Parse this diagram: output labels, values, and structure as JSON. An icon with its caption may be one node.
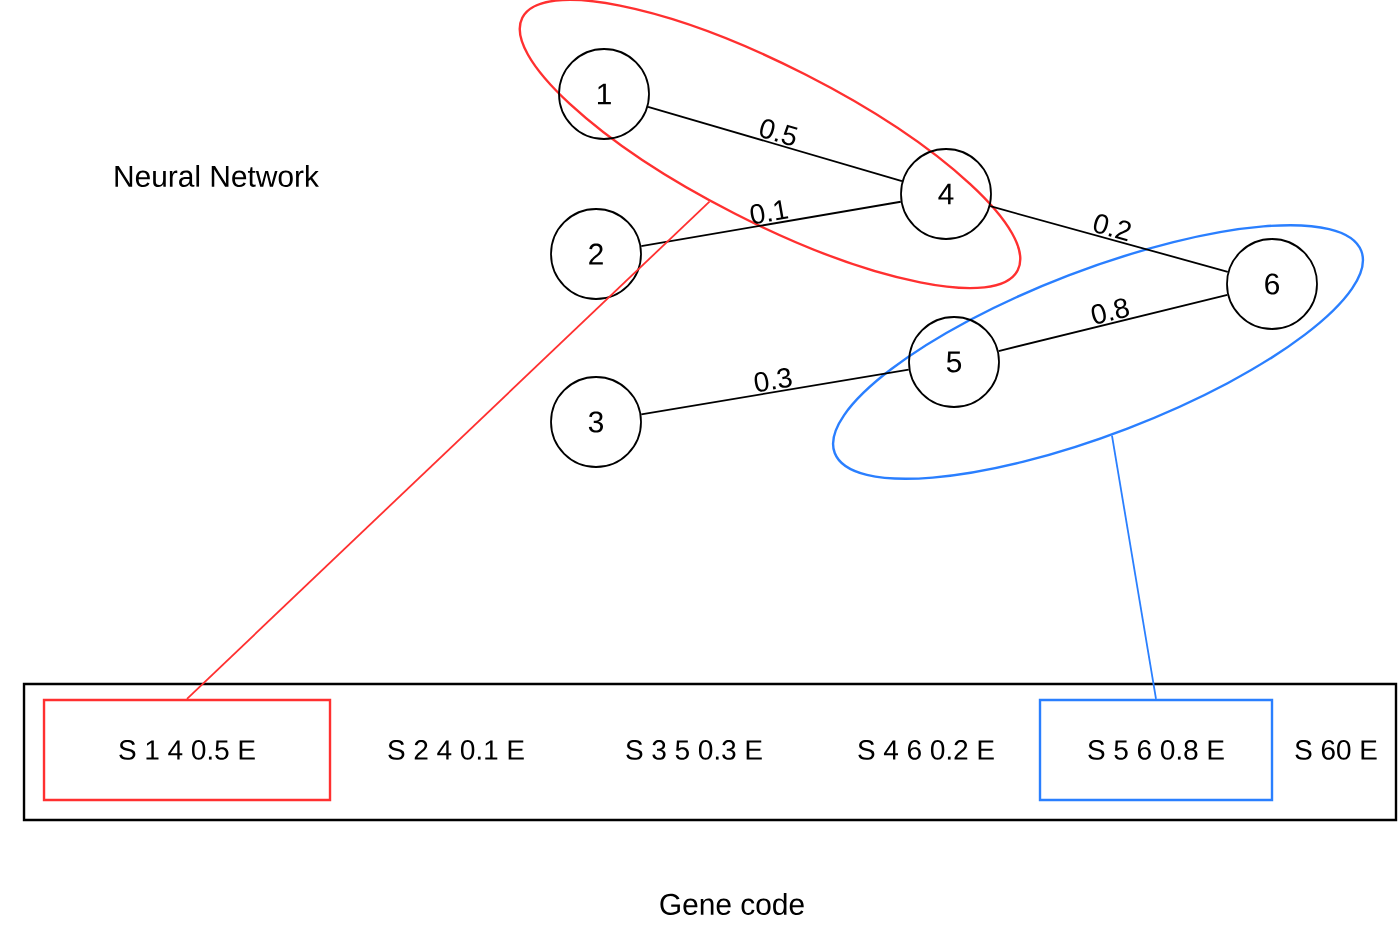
{
  "diagram": {
    "nodes": [
      {
        "text": [],
        "shape": "ellipse"
      },
      {
        "text": [
          "1"
        ],
        "in": 0
      },
      {
        "text": [
          "4"
        ],
        "in": 0
      },
      {
        "text": [
          "2"
        ]
      },
      {
        "text": [
          "3"
        ]
      },
      {
        "text": [],
        "shape": "ellipse"
      },
      {
        "text": [
          "5"
        ],
        "in": 5
      },
      {
        "text": [
          "6"
        ],
        "in": 5
      },
      {
        "text": [
          "S 2 4 0.1 E",
          "S 3 5 0.3 E",
          "S 4 6 0.2 E",
          "S 60 E"
        ]
      },
      {
        "text": [
          "S 1 4 0.5 E"
        ],
        "in": 8
      },
      {
        "text": [
          "S 5 6 0.8 E"
        ],
        "in": 8
      }
    ],
    "edges": [
      {
        "from": 1,
        "to": 2,
        "arrow": "none",
        "label": "0.5"
      },
      {
        "from": 3,
        "to": 2,
        "arrow": "none",
        "label": "0.1"
      },
      {
        "from": 2,
        "to": 7,
        "arrow": "none",
        "label": "0.2"
      },
      {
        "from": 4,
        "to": 6,
        "arrow": "none",
        "label": "0.3"
      },
      {
        "from": 6,
        "to": 7,
        "arrow": "none",
        "label": "0.8"
      },
      {
        "from": 0,
        "to": 9,
        "arrow": "none",
        "color": "#ff3030"
      },
      {
        "from": 5,
        "to": 10,
        "arrow": "none",
        "color": "#2a7fff"
      }
    ],
    "labels": [
      "Neural Network",
      "Gene code"
    ]
  }
}
